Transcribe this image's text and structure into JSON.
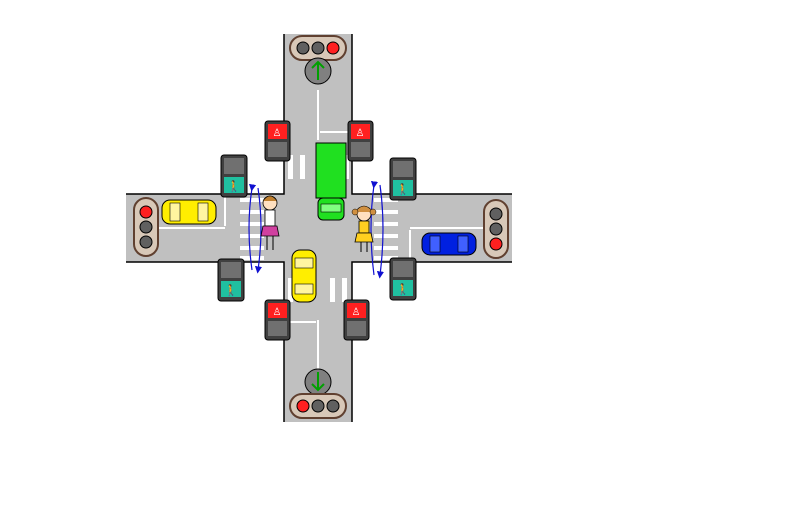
{
  "scene": {
    "background": "#ffffff",
    "road_color": "#c0c0c0",
    "road_edge_color": "#000000",
    "lane_marking_color": "#ffffff",
    "crosswalk_color": "#ffffff",
    "pedestrian_path_color": "#1010d0",
    "green_arrow_color": "#00a000",
    "red_light_color": "#ff2020",
    "green_light_color": "#00b050",
    "unlit_light_color": "#606060",
    "signal_housing_color": "#d8c8b8"
  },
  "vehicles": [
    {
      "name": "yellow-car-west",
      "color": "#ffee00",
      "direction": "east"
    },
    {
      "name": "blue-car-east",
      "color": "#0020e0",
      "direction": "west"
    },
    {
      "name": "green-truck-north",
      "color": "#20e020",
      "direction": "south"
    },
    {
      "name": "yellow-car-south",
      "color": "#ffee00",
      "direction": "north"
    }
  ],
  "traffic_lights": {
    "north": {
      "state": "red",
      "arrow": "green-up"
    },
    "south": {
      "state": "red",
      "arrow": "green-down"
    },
    "west": {
      "state": "red"
    },
    "east": {
      "state": "red"
    }
  },
  "pedestrian_signals": {
    "north_crossing": "stop",
    "south_crossing": "stop",
    "west_crossing": "walk",
    "east_crossing": "walk"
  },
  "pedestrians": [
    {
      "name": "girl-west-crossing",
      "dress": "#d040a0"
    },
    {
      "name": "girl-east-crossing",
      "dress": "#ffd020"
    }
  ]
}
